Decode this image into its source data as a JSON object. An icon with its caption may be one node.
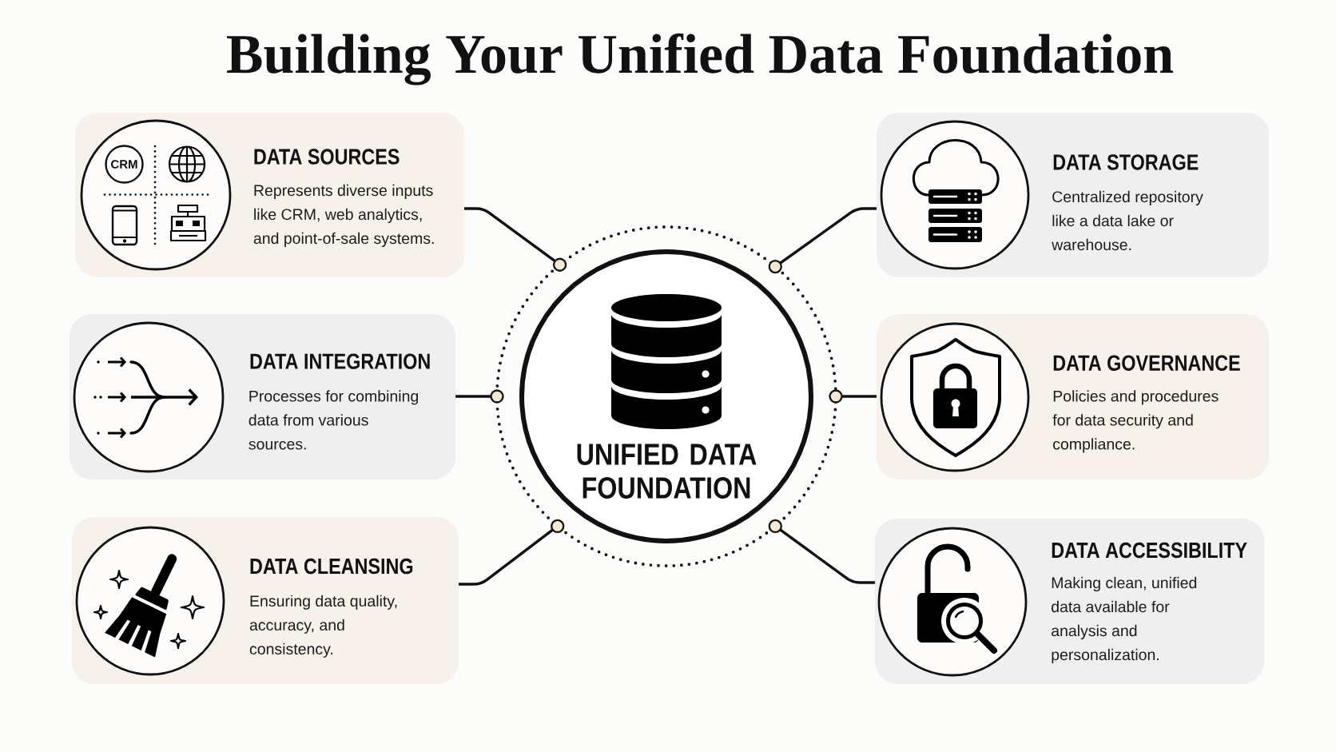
{
  "diagram": {
    "title": "Building Your Unified Data Foundation",
    "nodes": [
      {
        "text": [
          "DATA SOURCES",
          "Represents diverse inputs like CRM, web analytics, and point-of-sale systems."
        ]
      },
      {
        "text": [
          "CRM"
        ],
        "in": 0
      },
      {
        "text": [
          "DATA INTEGRATION",
          "Processes for combining data from various sources."
        ]
      },
      {
        "text": [
          "DATA CLEANSING",
          "Ensuring data quality, accuracy, and consistency."
        ]
      },
      {
        "text": [
          "UNIFIED DATA FOUNDATION"
        ]
      },
      {
        "text": [
          "DATA STORAGE",
          "Centralized repository like a data lake or warehouse."
        ]
      },
      {
        "text": [
          "DATA GOVERNANCE",
          "Policies and procedures for data security and compliance."
        ]
      },
      {
        "text": [
          "DATA ACCESSIBILITY",
          "Making clean, unified data available for analysis and personalization."
        ]
      }
    ],
    "edges": [
      {
        "from": 4,
        "to": 0,
        "arrow": "other"
      },
      {
        "from": 4,
        "to": 2,
        "arrow": "other"
      },
      {
        "from": 4,
        "to": 3,
        "arrow": "other"
      },
      {
        "from": 4,
        "to": 5,
        "arrow": "other"
      },
      {
        "from": 4,
        "to": 6,
        "arrow": "other"
      },
      {
        "from": 4,
        "to": 7,
        "arrow": "other"
      }
    ]
  }
}
